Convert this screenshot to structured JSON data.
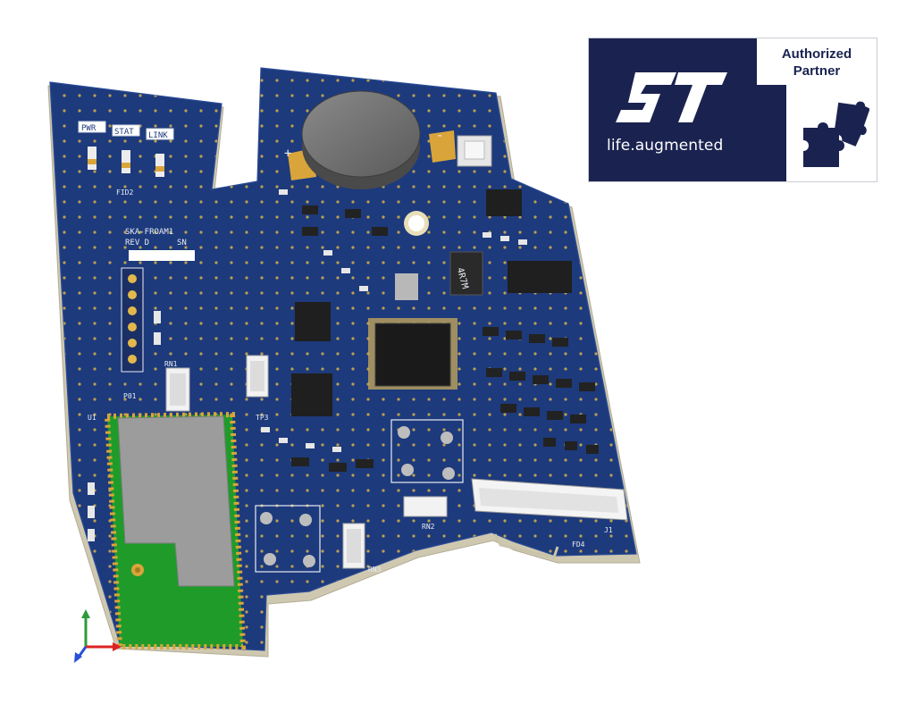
{
  "board": {
    "led_labels": [
      "PWR",
      "STAT",
      "LINK"
    ],
    "silk_model": "SKA-FROAM1",
    "silk_rev": "REV D",
    "silk_sn": "SN",
    "chip_marking": "4R7M",
    "plus_mark": "+",
    "minus_mark": "-",
    "designators": {
      "module": "U1",
      "rf_pad": "P01",
      "rn1": "RN1",
      "rn2": "RN2",
      "rn3": "RN3",
      "j1": "J1",
      "fid": "FID2",
      "tp": "TP3",
      "fd4": "FD4"
    },
    "colors": {
      "pcb": "#1d3a7c",
      "edge": "#c9c3ab",
      "module": "#1f9b2a",
      "shield": "#9c9c9c",
      "battery": "#6e6e6e",
      "gold": "#d9a53a"
    }
  },
  "badge": {
    "tagline": "life.augmented",
    "label_line1": "Authorized",
    "label_line2": "Partner",
    "colors": {
      "navy": "#1a2350",
      "white": "#ffffff"
    },
    "logo_icon": "st-logo-icon",
    "puzzle_icon": "puzzle-icon"
  },
  "axis_triad": {
    "icon": "axis-triad-icon",
    "colors": [
      "#2d9b3a",
      "#d22",
      "#2a4fd8"
    ]
  }
}
